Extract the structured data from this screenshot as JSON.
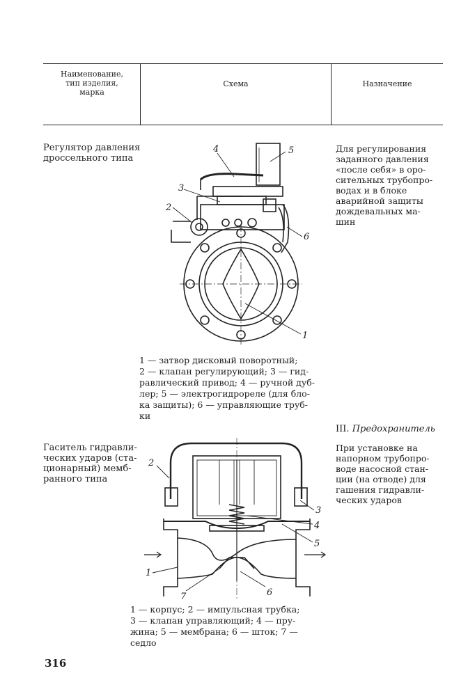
{
  "table_header": {
    "col1": [
      "Наименование,",
      "тип изделия,",
      "марка"
    ],
    "col2": "Схема",
    "col3": "Назначение"
  },
  "row1": {
    "name": [
      "Регулятор давления",
      "дроссельного типа"
    ],
    "purpose": [
      "Для регулирования",
      "заданного давления",
      "«после себя» в оро-",
      "сительных трубопро-",
      "водах и в блоке",
      "аварийной защиты",
      "дождевальных ма-",
      "шин"
    ],
    "callouts": [
      "4",
      "5",
      "3",
      "2",
      "6",
      "1"
    ],
    "caption": [
      "1 — затвор дисковый поворотный;",
      "2 — клапан регулирующий; 3 — гид-",
      "равлический привод; 4 — ручной дуб-",
      "лер; 5 — электрогидрореле (для бло-",
      "ка защиты); 6 — управляющие труб-",
      "ки"
    ]
  },
  "section": {
    "number": "III.",
    "title": "Предохранитель"
  },
  "row2": {
    "name": [
      "Гаситель гидравли-",
      "ческих ударов (ста-",
      "ционарный) мемб-",
      "ранного типа"
    ],
    "purpose": [
      "При установке на",
      "напорном трубопро-",
      "воде насосной стан-",
      "ции (на отводе) для",
      "гашения гидравли-",
      "ческих ударов"
    ],
    "callouts": [
      "2",
      "3",
      "4",
      "5",
      "1",
      "7",
      "6"
    ],
    "caption": [
      "1 — корпус; 2 — импульсная трубка;",
      "3 — клапан управляющий; 4 — пру-",
      "жина; 5 — мембрана; 6 — шток; 7 —",
      "седло"
    ]
  },
  "page_number": "316"
}
